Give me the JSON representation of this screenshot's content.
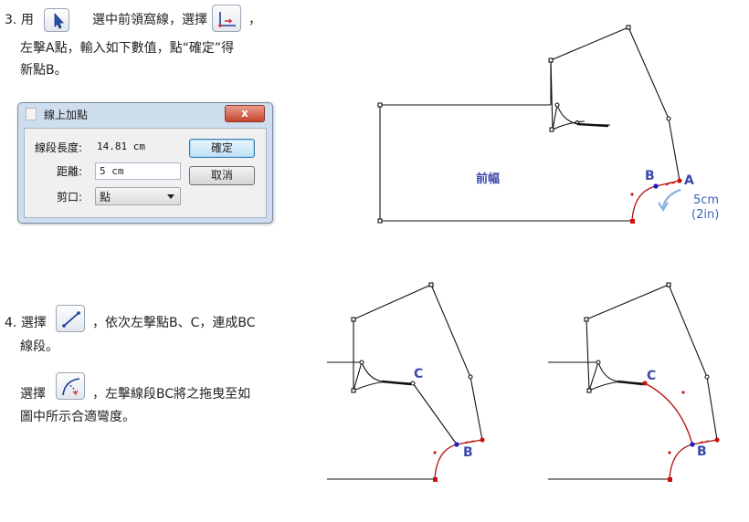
{
  "step3": {
    "number": "3.",
    "lead": "用",
    "text_a": "選中前領窩線，選擇",
    "text_a_tail": "，",
    "line2": "左擊A點，輸入如下數值，點“確定”得",
    "line3": "新點B。"
  },
  "dialog": {
    "title": "線上加點",
    "close_label": "x",
    "length_label": "線段長度:",
    "length_value": "14.81 cm",
    "distance_label": "距離:",
    "distance_value": "5 cm",
    "cut_label": "剪口:",
    "cut_value": "點",
    "ok_label": "確定",
    "cancel_label": "取消"
  },
  "diagram1": {
    "piece_label": "前幅",
    "point_b": "B",
    "point_a": "A",
    "distance_note": "5cm",
    "distance_note_in": "(2in)"
  },
  "step4": {
    "number": "4.",
    "lead": "選擇",
    "text_a": "，依次左擊點B、C，連成BC",
    "line2": "線段。",
    "line3_lead": "選擇",
    "line3_text": "，左擊線段BC將之拖曳至如",
    "line4": "圖中所示合適彎度。"
  },
  "diagram2": {
    "point_c": "C",
    "point_b": "B"
  },
  "diagram3": {
    "point_c": "C",
    "point_b": "B"
  },
  "icons": {
    "select_tool": "cursor-arrow-icon",
    "add_point_tool": "add-point-on-line-icon",
    "line_tool": "line-tool-icon",
    "curve_tool": "curve-adjust-icon"
  },
  "colors": {
    "accent_blue": "#3a49a8",
    "curve_red": "#b01010",
    "point_blue": "#1a1acc"
  }
}
